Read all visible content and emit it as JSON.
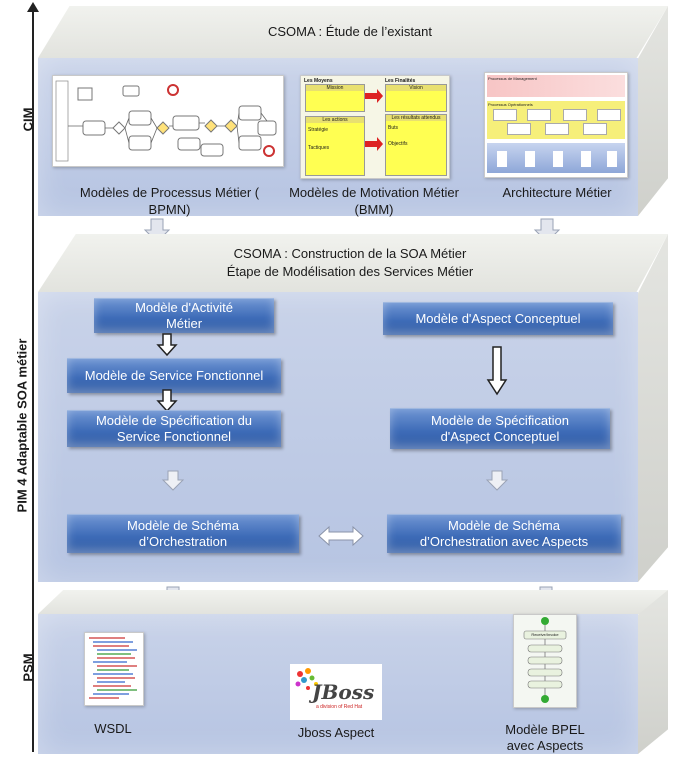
{
  "axis": {
    "cim_label": "CIM",
    "pim_label": "PIM 4 Adaptable SOA métier",
    "psm_label": "PSM"
  },
  "cim": {
    "title": "CSOMA : Étude de l’existant",
    "items": [
      {
        "caption": "Modèles de Processus Métier ( BPMN)"
      },
      {
        "caption": "Modèles de Motivation Métier (BMM)"
      },
      {
        "caption": "Architecture Métier"
      }
    ],
    "bmm_thumb": {
      "left_head": "Les Moyens",
      "right_head": "Les Finalités",
      "mission": "Mission",
      "vision": "Vision",
      "actions": "Les actions",
      "strategie": "Stratégie",
      "tactiques": "Tactiques",
      "resultats": "Les résultats attendus",
      "buts": "Buts",
      "objectifs": "Objectifs"
    },
    "arch_thumb": {
      "top": "Processus de Management",
      "mid": "Processus Opérationnels"
    }
  },
  "pim": {
    "title_line1": "CSOMA : Construction de la SOA Métier",
    "title_line2": "Étape de Modélisation des Services Métier",
    "left": {
      "activite": "Modèle d'Activité Métier",
      "service_fonctionnel": "Modèle de Service Fonctionnel",
      "specification": "Modèle de Spécification du Service Fonctionnel",
      "orchestration": "Modèle de Schéma d’Orchestration"
    },
    "right": {
      "aspect": "Modèle d'Aspect Conceptuel",
      "specification": "Modèle de Spécification d'Aspect Conceptuel",
      "orchestration": "Modèle de Schéma d’Orchestration avec Aspects"
    }
  },
  "psm": {
    "items": [
      {
        "caption": "WSDL"
      },
      {
        "caption": "Jboss Aspect"
      },
      {
        "caption": "Modèle BPEL avec Aspects"
      }
    ],
    "jboss_logo": {
      "brand": "JBoss",
      "sub": "a division of Red Hat"
    },
    "bpel_thumb": {
      "label": "Receive/Invoke"
    }
  }
}
